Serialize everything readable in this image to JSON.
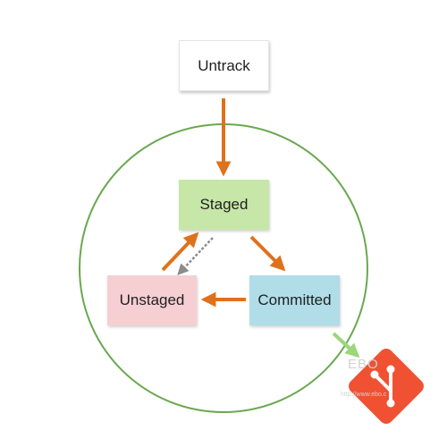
{
  "nodes": {
    "untrack": "Untrack",
    "staged": "Staged",
    "unstaged": "Unstaged",
    "committed": "Committed"
  },
  "watermark": {
    "brand": "EBO",
    "url": "http://www.ebo.c"
  },
  "colors": {
    "circle": "#6aa84f",
    "arrow": "#e0711b",
    "dashed_arrow": "#8c8c8c",
    "logo_arrow": "#9bd679",
    "git_logo": "#f05133"
  },
  "icons": {
    "logo": "git-logo-icon"
  }
}
